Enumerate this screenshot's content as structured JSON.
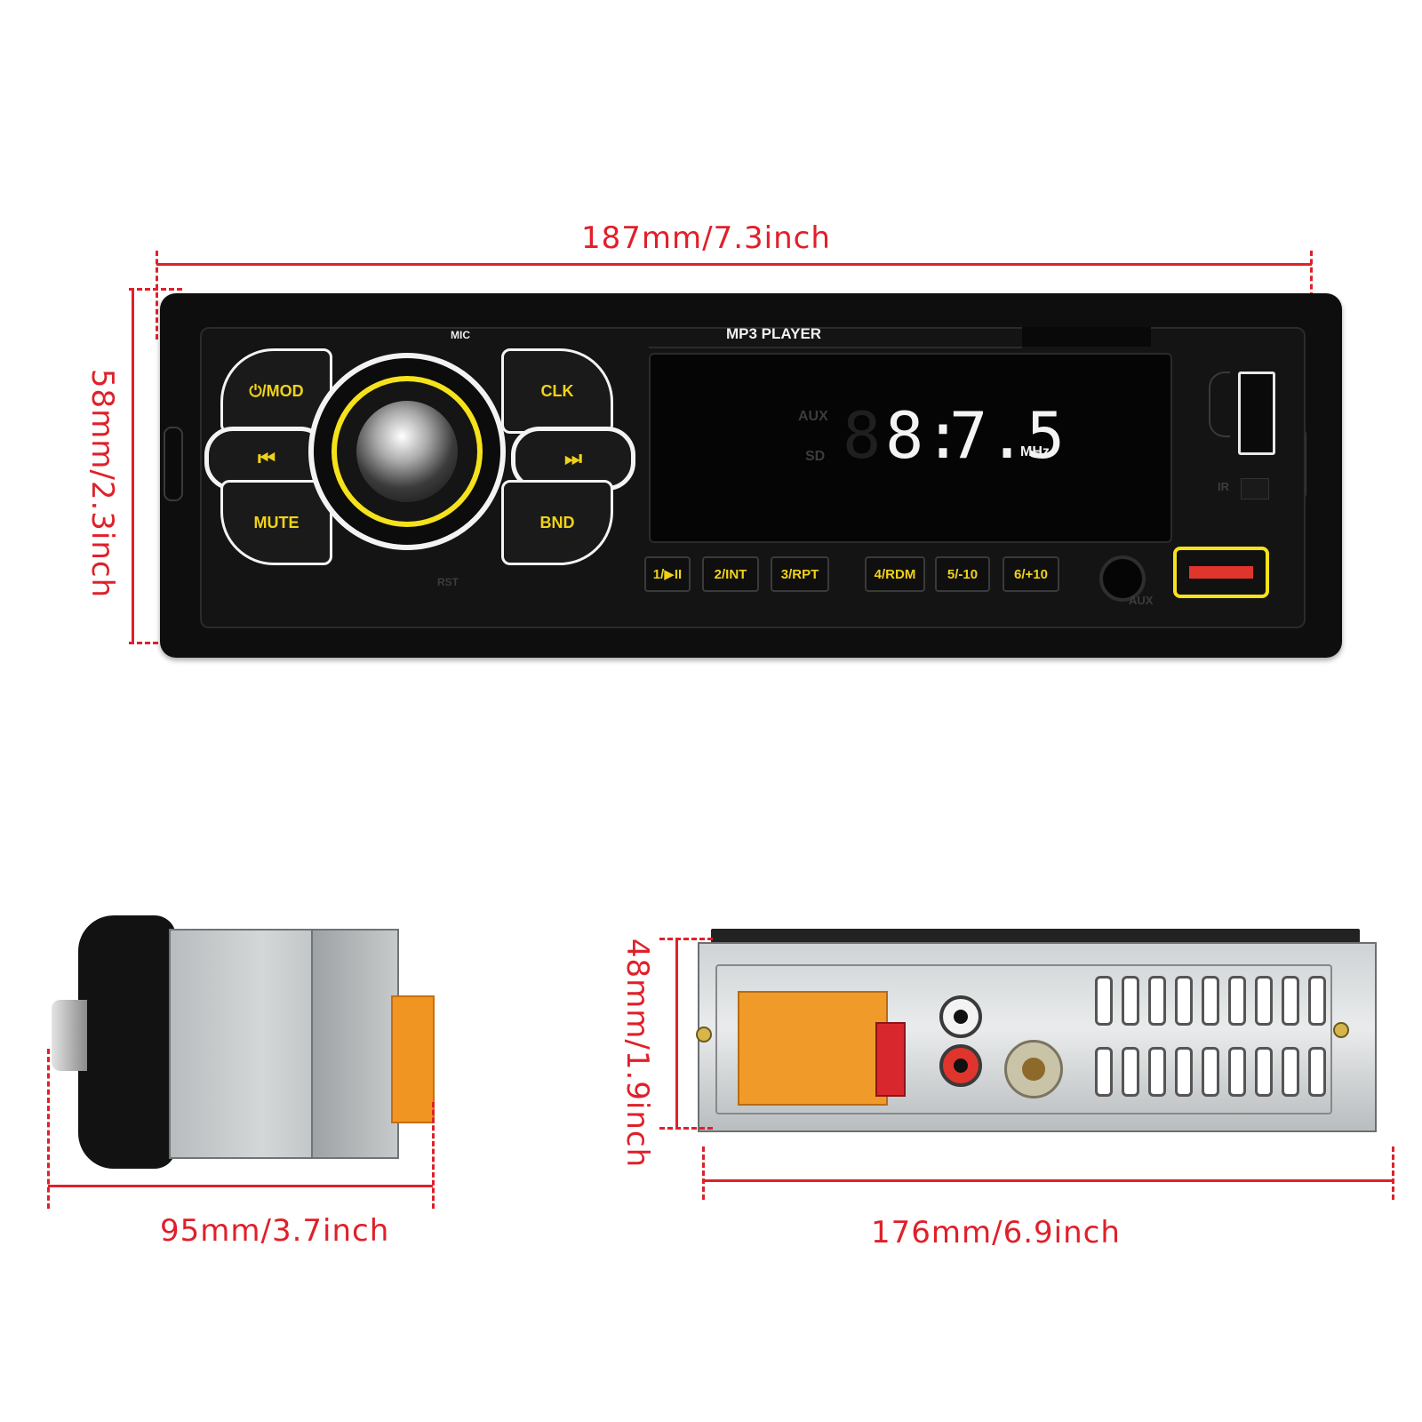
{
  "dimensions": {
    "front_width": "187mm/7.3inch",
    "front_height": "58mm/2.3inch",
    "side_depth": "95mm/3.7inch",
    "rear_height": "48mm/1.9inch",
    "rear_width": "176mm/6.9inch"
  },
  "front_panel": {
    "title": "MP3 PLAYER",
    "mic_label": "MIC",
    "rst_label": "RST",
    "aux_label": "AUX",
    "ir_label": "IR",
    "buttons": {
      "mod": "⏻/MOD",
      "clk": "CLK",
      "prev": "⏮",
      "next": "⏭",
      "mute": "MUTE",
      "bnd": "BND"
    },
    "presets": [
      "1/▶II",
      "2/INT",
      "3/RPT",
      "4/RDM",
      "5/-10",
      "6/+10"
    ],
    "display": {
      "aux_indicator": "AUX",
      "sd_indicator": "SD",
      "dim_digit": "8",
      "digits": "8:",
      "frequency": "7.5",
      "unit": "MHz"
    }
  },
  "colors": {
    "dimension_red": "#e0202a",
    "button_yellow": "#f0d21a",
    "usb_red": "#e0352c",
    "connector_orange": "#f09522"
  },
  "icons": [
    "power-icon",
    "phone-icon",
    "prev-track-icon",
    "next-track-icon",
    "usb-port-icon",
    "sd-slot-icon",
    "aux-jack-icon"
  ]
}
